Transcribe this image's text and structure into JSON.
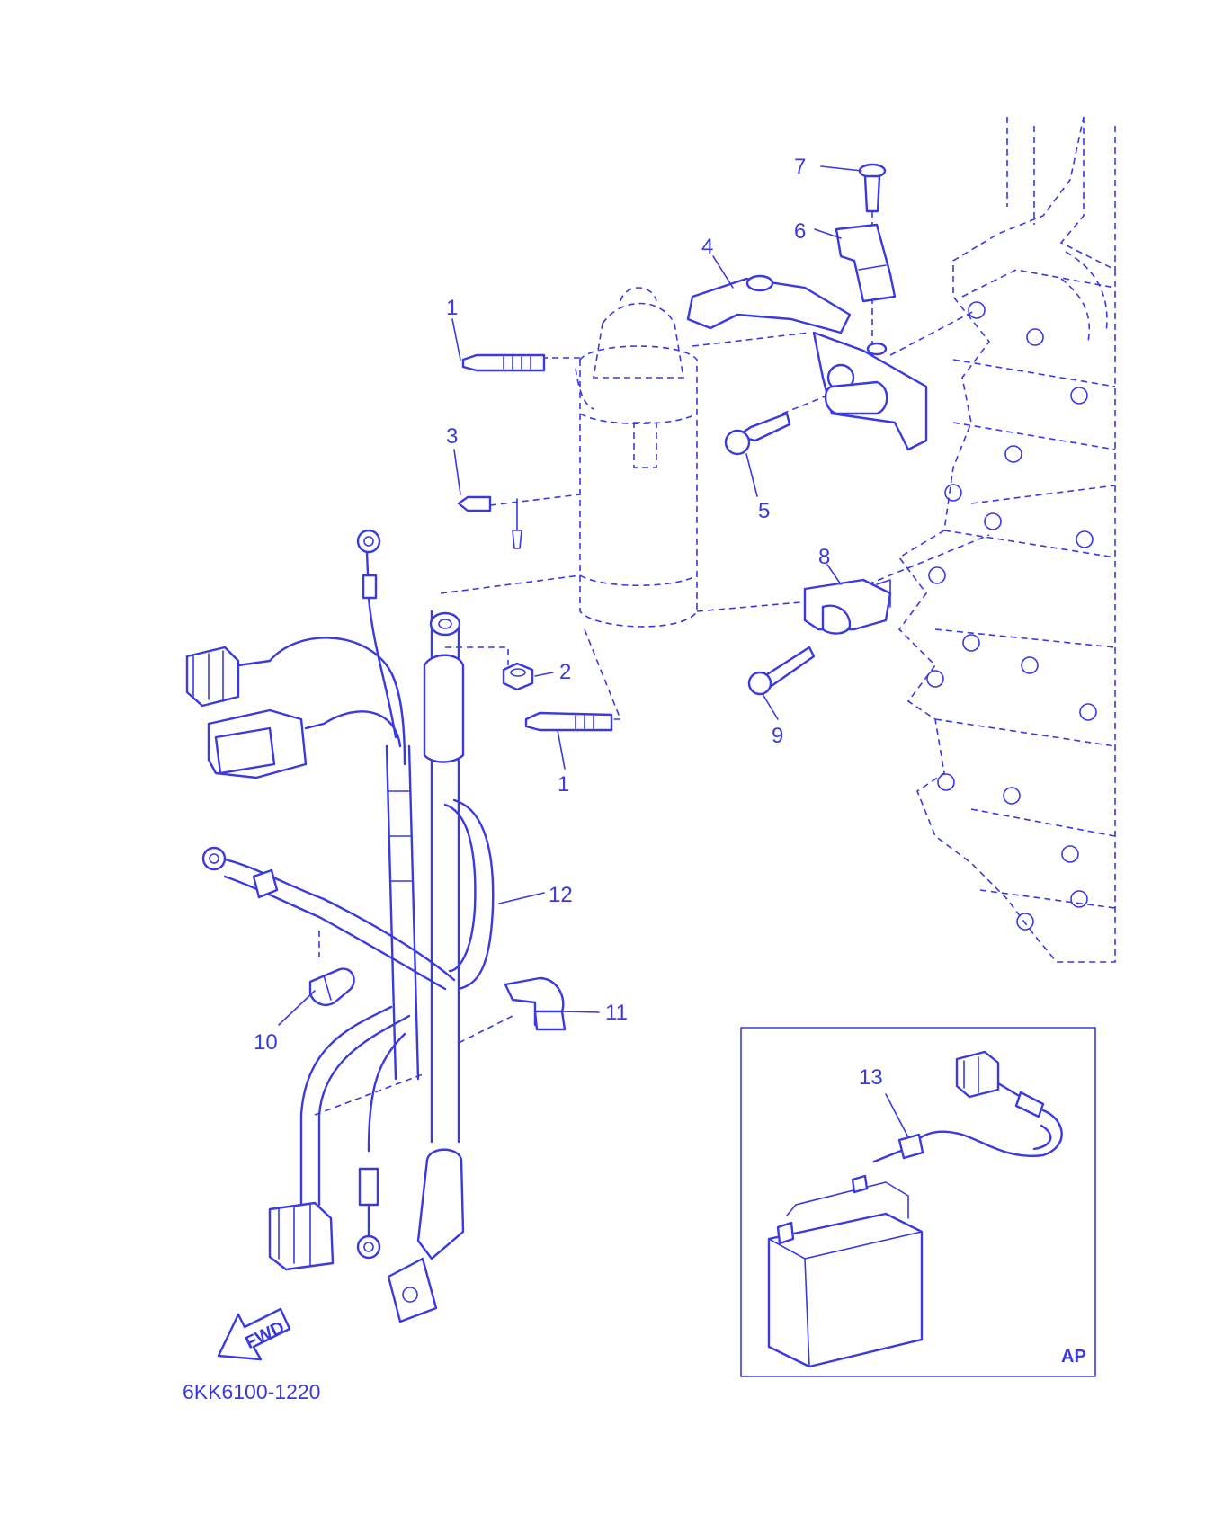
{
  "colors": {
    "line": "#3a3adf",
    "background": "#ffffff"
  },
  "callouts": {
    "c1a": "1",
    "c1b": "1",
    "c2": "2",
    "c3": "3",
    "c4": "4",
    "c5": "5",
    "c6": "6",
    "c7": "7",
    "c8": "8",
    "c9": "9",
    "c10": "10",
    "c11": "11",
    "c12": "12",
    "c13": "13"
  },
  "fwd_label": "FWD",
  "inset_label": "AP",
  "diagram_code": "6KK6100-1220"
}
